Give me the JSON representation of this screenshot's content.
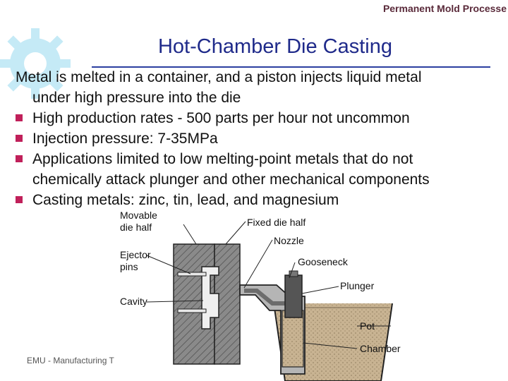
{
  "header": {
    "section_label": "Permanent Mold Processe"
  },
  "slide": {
    "title": "Hot-Chamber Die Casting",
    "intro_line1": "Metal is melted in a container, and a piston injects liquid metal",
    "intro_line2": "under high pressure into the die",
    "bullets": [
      {
        "text": "High production rates - 500 parts per hour not uncommon"
      },
      {
        "text": "Injection pressure: 7-35MPa"
      },
      {
        "text": "Applications limited to low melting‐point metals that do not",
        "text2": "chemically attack plunger and other mechanical components"
      },
      {
        "text": "Casting metals: zinc, tin, lead, and magnesium"
      }
    ]
  },
  "diagram": {
    "labels": {
      "movable_die_half_1": "Movable",
      "movable_die_half_2": "die half",
      "fixed_die_half": "Fixed die half",
      "nozzle": "Nozzle",
      "ejector_pins_1": "Ejector",
      "ejector_pins_2": "pins",
      "gooseneck": "Gooseneck",
      "plunger": "Plunger",
      "cavity": "Cavity",
      "pot": "Pot",
      "chamber": "Chamber"
    }
  },
  "footer": {
    "text": "EMU - Manufacturing T"
  },
  "colors": {
    "title": "#1f2a8a",
    "bullet": "#c0205a",
    "gear": "#7fd0ee",
    "header": "#5a2a3a",
    "metal": "#c8b392",
    "die": "#808080"
  }
}
